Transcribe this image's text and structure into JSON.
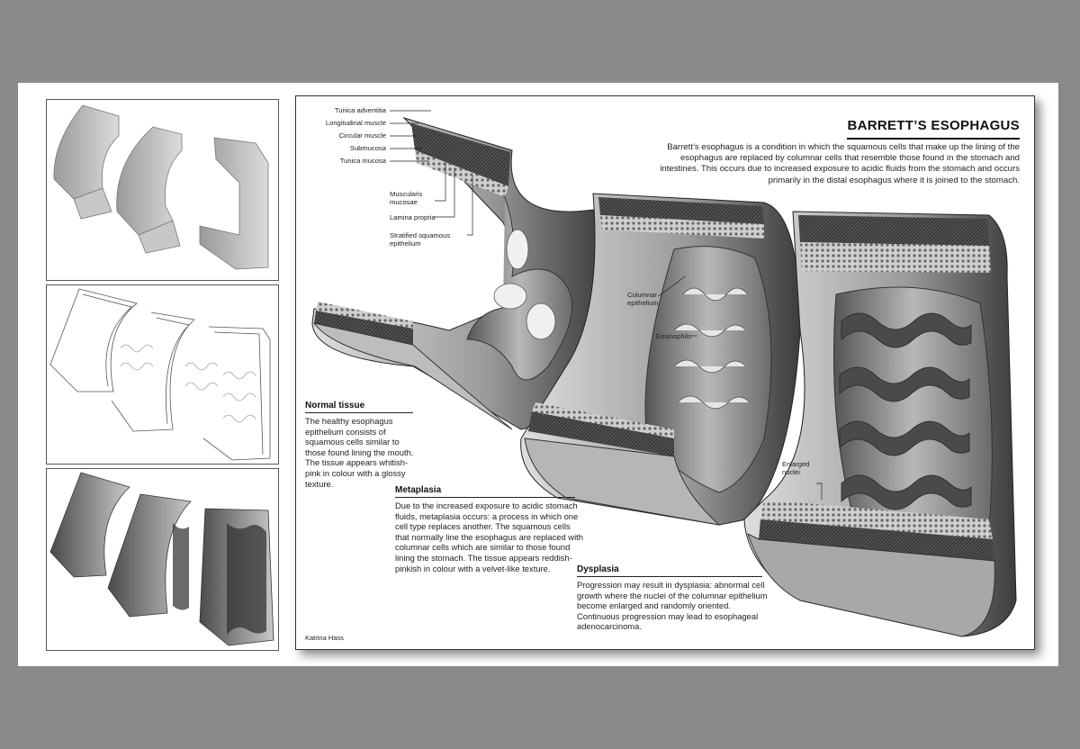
{
  "title": "BARRETT’S ESOPHAGUS",
  "intro": "Barrett’s esophagus is a condition in which the squamous cells that make up the lining of the esophagus are replaced by columnar cells that resemble those found in the stomach and intestines. This occurs due to increased exposure to acidic fluids from the stomach and occurs primarily in the distal esophagus where it is joined to the stomach.",
  "layer_labels": {
    "tunica_adventitia": "Tunica adventitia",
    "longitudinal_muscle": "Longitudinal muscle",
    "circular_muscle": "Circular muscle",
    "submucosa": "Submucosa",
    "tunica_mucosa": "Tunica mucosa",
    "muscularis_mucosae": "Muscularis mucosae",
    "lamina_propria": "Lamina propria",
    "stratified_squamous_epithelium": "Stratified squamous epithelium"
  },
  "feature_labels": {
    "columnar_epithelium": "Columnar epithelium",
    "eosinophils": "Eosinophils",
    "enlarged_nuclei": "Enlarged nuclei"
  },
  "stages": {
    "normal": {
      "title": "Normal tissue",
      "body": "The healthy esophagus epithelium consists of squamous cells similar to those found lining the mouth. The tissue appears whitish-pink in colour with a glossy texture."
    },
    "metaplasia": {
      "title": "Metaplasia",
      "body": "Due to the increased exposure to acidic stomach fluids, metaplasia occurs: a process in which one cell type replaces another. The squamous cells that normally line the esophagus are replaced with columnar cells which are similar to those found lining the stomach. The tissue appears reddish-pinkish in colour with a velvet-like texture."
    },
    "dysplasia": {
      "title": "Dysplasia",
      "body": "Progression may result in dysplasia: abnormal cell growth where the nuclei of the columnar epithelium become enlarged and randomly oriented. Continuous progression may lead to esophageal adenocarcinoma."
    }
  },
  "credit": "Katrina Hass",
  "colors": {
    "background": "#8a8a8a",
    "sheet": "#ffffff",
    "tissue_dark": "#2e2e2e",
    "tissue_mid": "#8c8c8c",
    "tissue_light": "#d6d6d6"
  }
}
